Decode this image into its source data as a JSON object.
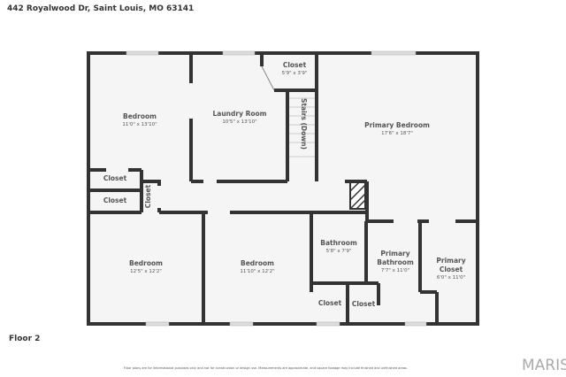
{
  "address": "442 Royalwood Dr, Saint Louis, MO 63141",
  "floor_label": "Floor 2",
  "disclaimer": "Floor plans are for informational purposes only and not for construction or design use. Measurements are approximate, and square footage may include finished and unfinished areas.",
  "logo": "MARIS",
  "colors": {
    "wall": "#333333",
    "floor": "#f5f5f5",
    "window": "#dddddd"
  },
  "rooms": [
    {
      "name": "Bedroom",
      "dims": "11'0\" x 13'10\""
    },
    {
      "name": "Laundry Room",
      "dims": "10'5\" x 13'10\""
    },
    {
      "name": "Closet",
      "dims": "5'9\" x 3'9\""
    },
    {
      "name": "Stairs (Down)"
    },
    {
      "name": "Primary Bedroom",
      "dims": "17'6\" x 18'7\""
    },
    {
      "name": "Closet"
    },
    {
      "name": "Closet"
    },
    {
      "name": "Closet"
    },
    {
      "name": "Bedroom",
      "dims": "12'5\" x 12'2\""
    },
    {
      "name": "Bedroom",
      "dims": "11'10\" x 12'2\""
    },
    {
      "name": "Bathroom",
      "dims": "5'8\" x 7'9\""
    },
    {
      "name": "Primary Bathroom",
      "dims": "7'7\" x 11'0\""
    },
    {
      "name": "Primary Closet",
      "dims": "6'0\" x 11'0\""
    },
    {
      "name": "Closet"
    },
    {
      "name": "Closet"
    }
  ]
}
